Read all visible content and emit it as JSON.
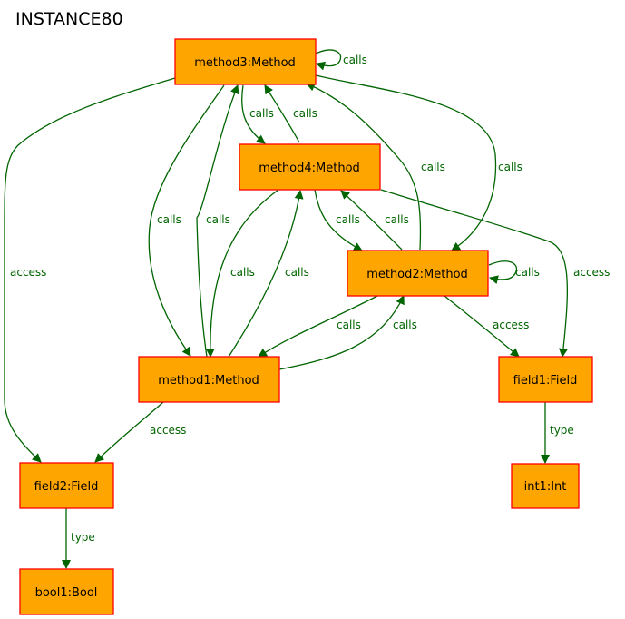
{
  "title": "INSTANCE80",
  "colors": {
    "node_fill": "#FFA500",
    "node_stroke": "#FF0000",
    "edge": "#006400"
  },
  "nodes": [
    {
      "id": "method3",
      "label": "method3:Method"
    },
    {
      "id": "method4",
      "label": "method4:Method"
    },
    {
      "id": "method2",
      "label": "method2:Method"
    },
    {
      "id": "method1",
      "label": "method1:Method"
    },
    {
      "id": "field1",
      "label": "field1:Field"
    },
    {
      "id": "field2",
      "label": "field2:Field"
    },
    {
      "id": "int1",
      "label": "int1:Int"
    },
    {
      "id": "bool1",
      "label": "bool1:Bool"
    }
  ],
  "edges": [
    {
      "id": "e1",
      "label": "calls",
      "from": "method3",
      "to": "method3"
    },
    {
      "id": "e2",
      "label": "calls",
      "from": "method3",
      "to": "method4"
    },
    {
      "id": "e3",
      "label": "calls",
      "from": "method4",
      "to": "method3"
    },
    {
      "id": "e4",
      "label": "calls",
      "from": "method3",
      "to": "method1"
    },
    {
      "id": "e5",
      "label": "calls",
      "from": "method1",
      "to": "method3"
    },
    {
      "id": "e6",
      "label": "calls",
      "from": "method2",
      "to": "method3"
    },
    {
      "id": "e7",
      "label": "calls",
      "from": "method3",
      "to": "method2"
    },
    {
      "id": "e8",
      "label": "access",
      "from": "method3",
      "to": "field2"
    },
    {
      "id": "e9",
      "label": "calls",
      "from": "method4",
      "to": "method2"
    },
    {
      "id": "e10",
      "label": "calls",
      "from": "method2",
      "to": "method4"
    },
    {
      "id": "e11",
      "label": "calls",
      "from": "method4",
      "to": "method1"
    },
    {
      "id": "e12",
      "label": "calls",
      "from": "method1",
      "to": "method4"
    },
    {
      "id": "e13",
      "label": "access",
      "from": "method4",
      "to": "field1"
    },
    {
      "id": "e14",
      "label": "calls",
      "from": "method2",
      "to": "method2"
    },
    {
      "id": "e15",
      "label": "calls",
      "from": "method2",
      "to": "method1"
    },
    {
      "id": "e16",
      "label": "calls",
      "from": "method1",
      "to": "method2"
    },
    {
      "id": "e17",
      "label": "access",
      "from": "method2",
      "to": "field1"
    },
    {
      "id": "e18",
      "label": "access",
      "from": "method1",
      "to": "field2"
    },
    {
      "id": "e19",
      "label": "type",
      "from": "field1",
      "to": "int1"
    },
    {
      "id": "e20",
      "label": "type",
      "from": "field2",
      "to": "bool1"
    }
  ]
}
